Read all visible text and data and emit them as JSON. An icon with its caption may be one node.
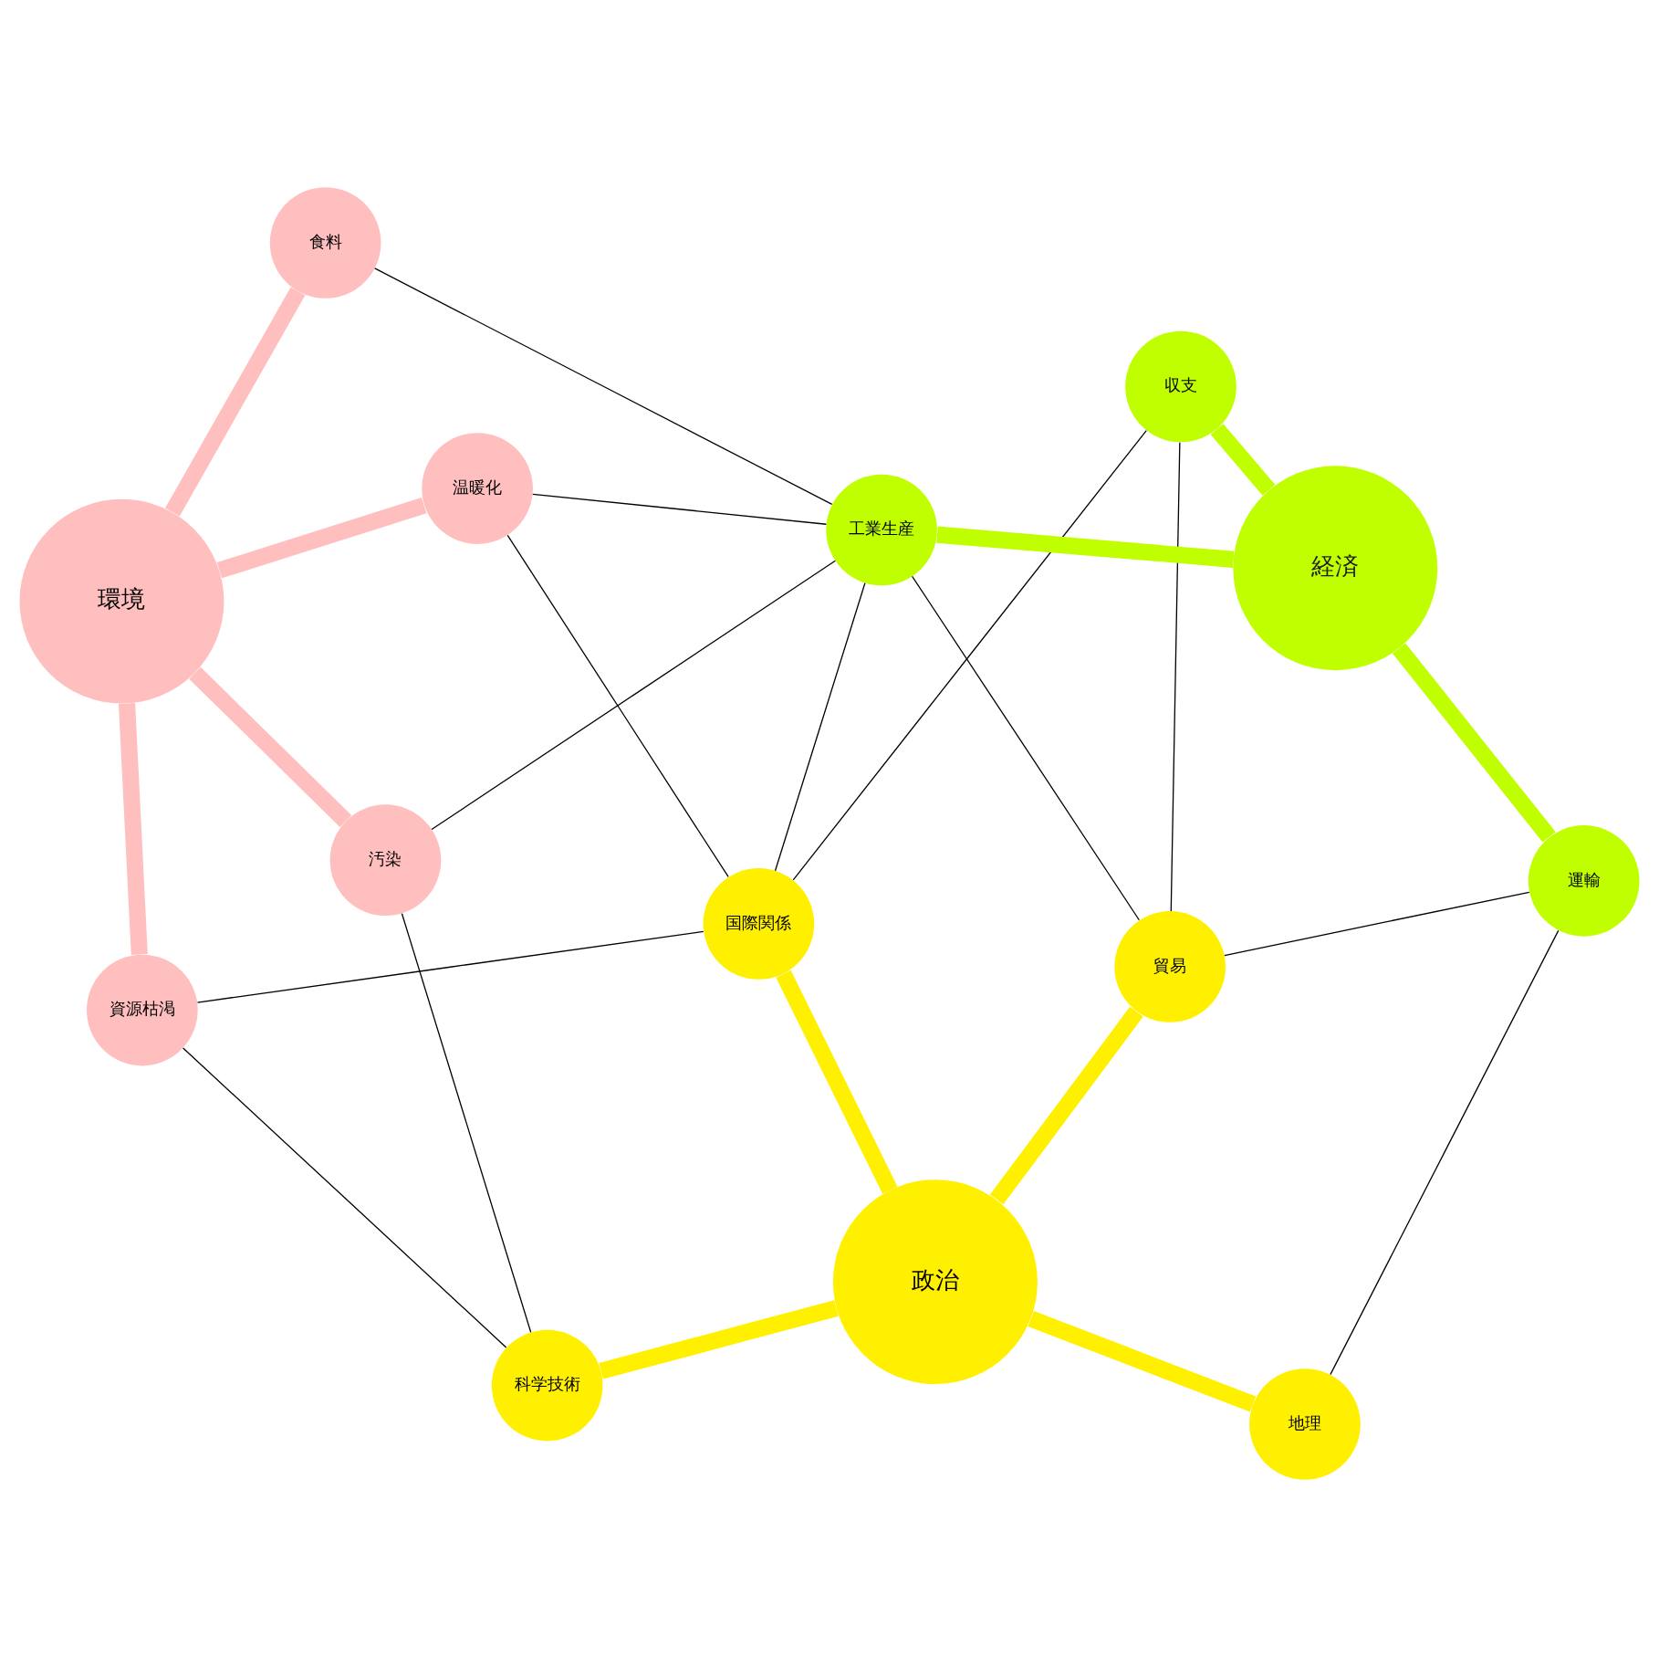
{
  "diagram": {
    "nodes": [
      {
        "text": [
          "政治"
        ]
      },
      {
        "text": [
          "地理"
        ]
      },
      {
        "text": [
          "科学技術"
        ]
      },
      {
        "text": [
          "国際関係"
        ]
      },
      {
        "text": [
          "貿易"
        ]
      },
      {
        "text": [
          "資源枯渇"
        ]
      },
      {
        "text": [
          "汚染"
        ]
      },
      {
        "text": [
          "収支"
        ]
      },
      {
        "text": [
          "運輸"
        ]
      },
      {
        "text": [
          "工業生産"
        ]
      },
      {
        "text": [
          "温暖化"
        ]
      },
      {
        "text": [
          "環境"
        ]
      },
      {
        "text": [
          "食料"
        ]
      },
      {
        "text": [
          "経済"
        ]
      }
    ],
    "edges": [
      {
        "from": 0,
        "to": 1,
        "arrow": "none",
        "style": "thick",
        "color": "#fff000"
      },
      {
        "from": 0,
        "to": 2,
        "arrow": "none",
        "style": "thick",
        "color": "#fff000"
      },
      {
        "from": 0,
        "to": 3,
        "arrow": "none",
        "style": "thick",
        "color": "#fff000"
      },
      {
        "from": 0,
        "to": 4,
        "arrow": "none",
        "style": "thick",
        "color": "#fff000"
      },
      {
        "from": 11,
        "to": 5,
        "arrow": "none",
        "style": "thick",
        "color": "#ffbfbf"
      },
      {
        "from": 11,
        "to": 6,
        "arrow": "none",
        "style": "thick",
        "color": "#ffbfbf"
      },
      {
        "from": 11,
        "to": 10,
        "arrow": "none",
        "style": "thick",
        "color": "#ffbfbf"
      },
      {
        "from": 11,
        "to": 12,
        "arrow": "none",
        "style": "thick",
        "color": "#ffbfbf"
      },
      {
        "from": 13,
        "to": 9,
        "arrow": "none",
        "style": "thick",
        "color": "#bfff00"
      },
      {
        "from": 13,
        "to": 7,
        "arrow": "none",
        "style": "thick",
        "color": "#bfff00"
      },
      {
        "from": 13,
        "to": 8,
        "arrow": "none",
        "style": "thick",
        "color": "#bfff00"
      },
      {
        "from": 2,
        "to": 5,
        "arrow": "none"
      },
      {
        "from": 3,
        "to": 5,
        "arrow": "none"
      },
      {
        "from": 2,
        "to": 6,
        "arrow": "none"
      },
      {
        "from": 3,
        "to": 10,
        "arrow": "none"
      },
      {
        "from": 6,
        "to": 9,
        "arrow": "none"
      },
      {
        "from": 3,
        "to": 9,
        "arrow": "none"
      },
      {
        "from": 4,
        "to": 9,
        "arrow": "none"
      },
      {
        "from": 3,
        "to": 7,
        "arrow": "none"
      },
      {
        "from": 4,
        "to": 7,
        "arrow": "none"
      },
      {
        "from": 4,
        "to": 8,
        "arrow": "none"
      },
      {
        "from": 1,
        "to": 8,
        "arrow": "none"
      },
      {
        "from": 10,
        "to": 9,
        "arrow": "none"
      },
      {
        "from": 12,
        "to": 9,
        "arrow": "none"
      }
    ]
  }
}
